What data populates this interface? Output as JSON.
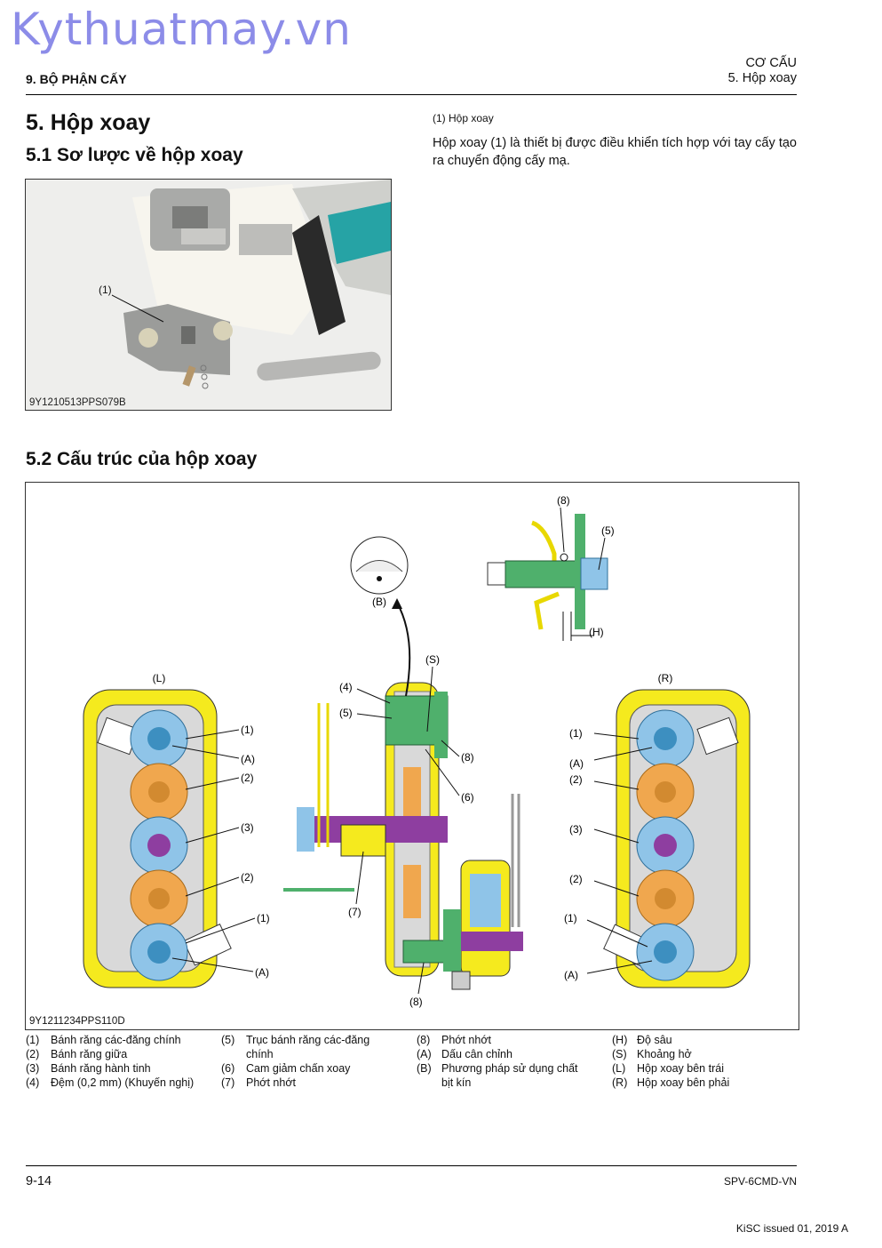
{
  "watermark": "Kythuatmay.vn",
  "header": {
    "left": "9. BỘ PHẬN CẤY",
    "right_line1": "CƠ CẤU",
    "right_line2": "5. Hộp xoay"
  },
  "section": {
    "title": "5. Hộp xoay",
    "sub1": "5.1 Sơ lược về hộp xoay",
    "sub2": "5.2 Cấu trúc của hộp xoay"
  },
  "photo": {
    "code": "9Y1210513PPS079B",
    "label_1": "(1)"
  },
  "caption": "(1)   Hộp xoay",
  "paragraph": "Hộp xoay (1) là thiết bị được điều khiển tích hợp với tay cấy tạo ra chuyển động cấy mạ.",
  "diagram": {
    "code": "9Y1211234PPS110D",
    "labels": {
      "L": "(L)",
      "R": "(R)",
      "B": "(B)",
      "S": "(S)",
      "H": "(H)",
      "A": "(A)",
      "n1": "(1)",
      "n2": "(2)",
      "n3": "(3)",
      "n4": "(4)",
      "n5": "(5)",
      "n6": "(6)",
      "n7": "(7)",
      "n8": "(8)"
    },
    "gear_colors": {
      "main": "#8fc4e8",
      "middle": "#f0a74e",
      "planet": "#8fc4e8",
      "case": "#f5ea1e",
      "shaft": "#8e3ea0",
      "green": "#4fb06c"
    }
  },
  "legend": [
    [
      {
        "k": "(1)",
        "v": "Bánh răng các-đăng chính"
      },
      {
        "k": "(2)",
        "v": "Bánh răng giữa"
      },
      {
        "k": "(3)",
        "v": "Bánh răng hành tinh"
      },
      {
        "k": "(4)",
        "v": "Đệm (0,2 mm) (Khuyến nghị)"
      }
    ],
    [
      {
        "k": "(5)",
        "v": "Trục bánh răng các-đăng"
      },
      {
        "k": "",
        "v": "chính"
      },
      {
        "k": "(6)",
        "v": "Cam giảm chấn xoay"
      },
      {
        "k": "(7)",
        "v": "Phớt nhớt"
      }
    ],
    [
      {
        "k": "(8)",
        "v": "Phớt nhớt"
      },
      {
        "k": "(A)",
        "v": "Dấu cân chỉnh"
      },
      {
        "k": "(B)",
        "v": "Phương pháp sử dụng chất"
      },
      {
        "k": "",
        "v": "bịt kín"
      }
    ],
    [
      {
        "k": "(H)",
        "v": "Độ sâu"
      },
      {
        "k": "(S)",
        "v": "Khoảng hở"
      },
      {
        "k": "(L)",
        "v": "Hộp xoay bên trái"
      },
      {
        "k": "(R)",
        "v": "Hộp xoay bên phải"
      }
    ]
  ],
  "footer": {
    "page": "9-14",
    "doc": "SPV-6CMD-VN",
    "issued": "KiSC issued 01, 2019 A"
  }
}
